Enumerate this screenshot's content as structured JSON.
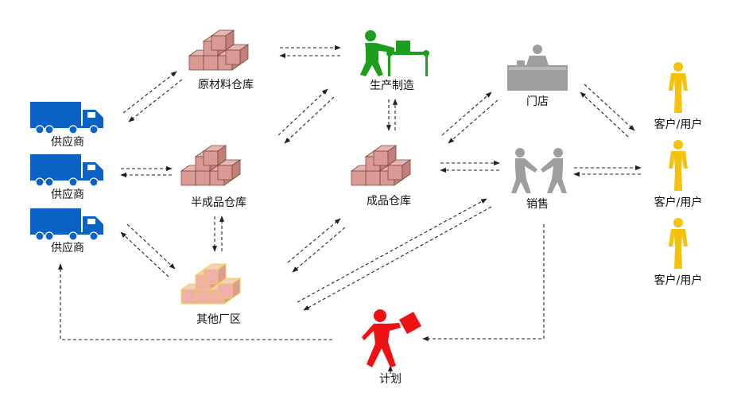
{
  "nodes": {
    "supplier_1": {
      "label": "供应商"
    },
    "supplier_2": {
      "label": "供应商"
    },
    "supplier_3": {
      "label": "供应商"
    },
    "raw_material_warehouse": {
      "label": "原材料仓库"
    },
    "semi_finished_warehouse": {
      "label": "半成品仓库"
    },
    "other_plants": {
      "label": "其他厂区"
    },
    "production": {
      "label": "生产制造"
    },
    "finished_goods_warehouse": {
      "label": "成品仓库"
    },
    "store": {
      "label": "门店"
    },
    "sales": {
      "label": "销售"
    },
    "customer_1": {
      "label": "客户/用户"
    },
    "customer_2": {
      "label": "客户/用户"
    },
    "customer_3": {
      "label": "客户/用户"
    },
    "planning": {
      "label": "计划"
    }
  },
  "colors": {
    "truck": "#0a62c4",
    "box_fill": "#d99a94",
    "box_edge": "#7a4a44",
    "box_fill_highlight": "#eeb0a8",
    "box_edge_highlight": "#f2d33a",
    "production_worker": "#1e9e1e",
    "store_and_sales": "#9e9e9e",
    "customer": "#f4c20d",
    "planning": "#ee1111",
    "arrow": "#222222"
  },
  "icons": {
    "supplier": "truck-icon",
    "warehouse": "boxes-icon",
    "production": "worker-at-conveyor-icon",
    "store": "shop-counter-icon",
    "sales": "handshake-icon",
    "customer": "person-icon",
    "planning": "running-person-with-flag-icon"
  }
}
